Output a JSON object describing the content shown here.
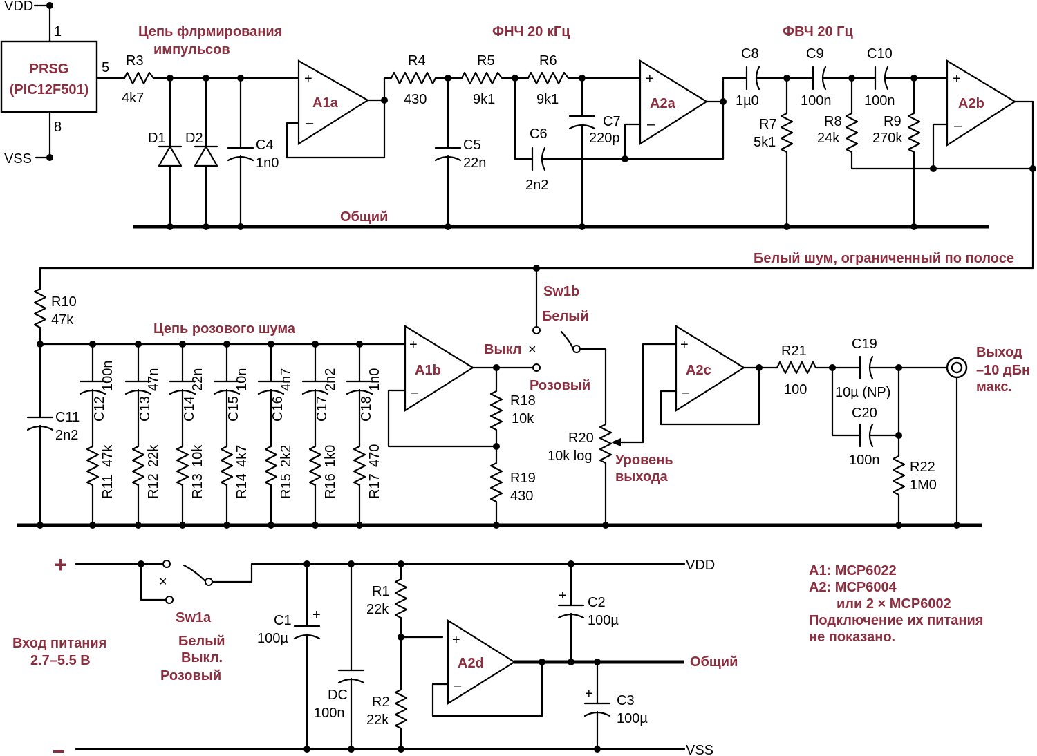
{
  "accent_color": "#8b2e3f",
  "supply_labels": {
    "vdd_top": "VDD",
    "vss_top": "VSS",
    "vdd_right": "VDD",
    "vss_right": "VSS",
    "gnd_right": "Общий",
    "plus": "+",
    "minus": "–"
  },
  "chip": {
    "name": "PRSG",
    "part": "(PIC12F501)",
    "pin1": "1",
    "pin5": "5",
    "pin8": "8"
  },
  "sections": {
    "pulse_shaper": [
      "Цепь флрмирования",
      "импульсов"
    ],
    "lpf": "ФНЧ 20 кГц",
    "hpf": "ФВЧ 20 Гц",
    "ground": "Общий",
    "white_bus": "Белый шум, ограниченный по полосе",
    "pink": "Цепь розового шума"
  },
  "opamps": {
    "a1a": "A1a",
    "a2a": "A2a",
    "a2b": "A2b",
    "a1b": "A1b",
    "a2c": "A2c",
    "a2d": "A2d",
    "plus": "+",
    "minus": "–"
  },
  "components": {
    "r3": [
      "R3",
      "4k7"
    ],
    "d1": "D1",
    "d2": "D2",
    "c4": [
      "C4",
      "1n0"
    ],
    "r4": [
      "R4",
      "430"
    ],
    "r5": [
      "R5",
      "9k1"
    ],
    "r6": [
      "R6",
      "9k1"
    ],
    "c5": [
      "C5",
      "22n"
    ],
    "c6": [
      "C6",
      "2n2"
    ],
    "c7": [
      "C7",
      "220p"
    ],
    "c8": [
      "C8",
      "1µ0"
    ],
    "c9": [
      "C9",
      "100n"
    ],
    "c10": [
      "C10",
      "100n"
    ],
    "r7": [
      "R7",
      "5k1"
    ],
    "r8": [
      "R8",
      "24k"
    ],
    "r9": [
      "R9",
      "270k"
    ],
    "r10": [
      "R10",
      "47k"
    ],
    "c11": [
      "C11",
      "2n2"
    ],
    "pink_caps": [
      [
        "C12",
        "100n"
      ],
      [
        "C13",
        "47n"
      ],
      [
        "C14",
        "22n"
      ],
      [
        "C15",
        "10n"
      ],
      [
        "C16",
        "4n7"
      ],
      [
        "C17",
        "2n2"
      ],
      [
        "C18",
        "1n0"
      ]
    ],
    "pink_res": [
      [
        "R11",
        "47k"
      ],
      [
        "R12",
        "22k"
      ],
      [
        "R13",
        "10k"
      ],
      [
        "R14",
        "4k7"
      ],
      [
        "R15",
        "2k2"
      ],
      [
        "R16",
        "1k0"
      ],
      [
        "R17",
        "470"
      ]
    ],
    "r18": [
      "R18",
      "10k"
    ],
    "r19": [
      "R19",
      "430"
    ],
    "r20": [
      "R20",
      "10k log"
    ],
    "r21": [
      "R21",
      "100"
    ],
    "c19": [
      "C19",
      "10µ (NP)"
    ],
    "c20": [
      "C20",
      "100n"
    ],
    "r22": [
      "R22",
      "1M0"
    ],
    "c1": [
      "C1",
      "100µ"
    ],
    "dc": [
      "DC",
      "100n"
    ],
    "r1": [
      "R1",
      "22k"
    ],
    "r2": [
      "R2",
      "22k"
    ],
    "c2": [
      "C2",
      "100µ"
    ],
    "c3": [
      "C3",
      "100µ"
    ]
  },
  "switch_b": {
    "name": "Sw1b",
    "white": "Белый",
    "off": "Выкл",
    "pink": "Розовый",
    "x": "×"
  },
  "switch_a": {
    "name": "Sw1a",
    "lines": [
      "Белый",
      "Выкл.",
      "Розовый"
    ],
    "x": "×"
  },
  "level": [
    "Уровень",
    "выхода"
  ],
  "output": [
    "Выход",
    "–10 дБн",
    "макс."
  ],
  "power_input": [
    "Вход питания",
    "2.7–5.5 В"
  ],
  "notes": [
    "A1: MCP6022",
    "A2: MCP6004",
    "или 2 × MCP6002",
    "Подключение их питания",
    "не показано."
  ]
}
